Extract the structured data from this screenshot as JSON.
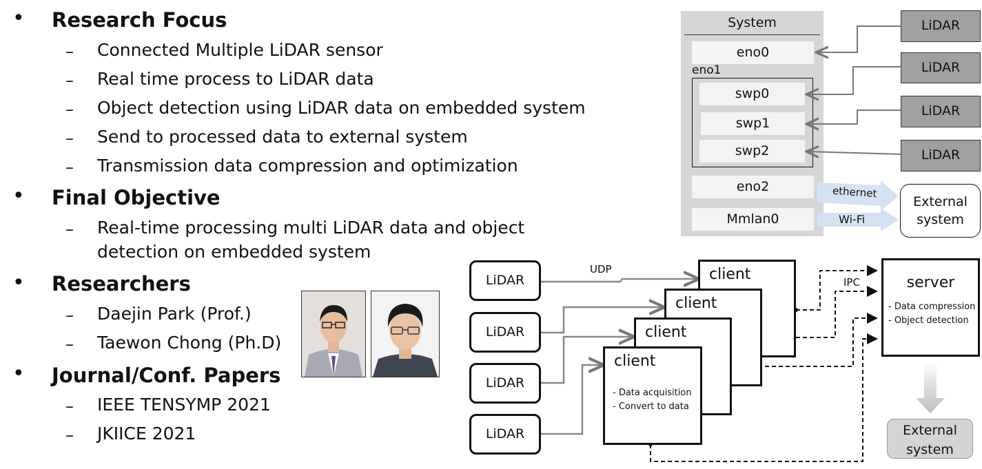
{
  "sections": [
    {
      "title": "Research Focus",
      "items": [
        "Connected Multiple LiDAR sensor",
        "Real time process to LiDAR data",
        "Object detection using LiDAR data on embedded system",
        "Send to processed data to external system",
        "Transmission data compression and optimization"
      ]
    },
    {
      "title": "Final Objective",
      "items": [
        "Real-time processing multi LiDAR data and object",
        "detection on embedded system"
      ]
    },
    {
      "title": "Researchers",
      "items": [
        "Daejin Park (Prof.)",
        "Taewon Chong (Ph.D)"
      ]
    },
    {
      "title": "Journal/Conf. Papers",
      "items": [
        "IEEE TENSYMP 2021",
        "JKIICE 2021"
      ]
    }
  ],
  "bullet_glyph": "•",
  "dash_glyph": "–",
  "system_diagram": {
    "title": "System",
    "eno1_label": "eno1",
    "ports": [
      "eno0",
      "swp0",
      "swp1",
      "swp2",
      "eno2",
      "Mmlan0"
    ],
    "lidar_label": "LiDAR",
    "ethernet_label": "ethernet",
    "wifi_label": "Wi-Fi",
    "external": "External system"
  },
  "pipeline_diagram": {
    "lidar_label": "LiDAR",
    "udp_label": "UDP",
    "ipc_label": "IPC",
    "client_label": "client",
    "client_tasks": [
      "- Data acquisition",
      "- Convert to data"
    ],
    "server_label": "server",
    "server_tasks": [
      "- Data compression",
      "- Object detection"
    ],
    "external": "External system"
  },
  "icons": {
    "photo1": "person-photo-icon",
    "photo2": "person-photo-icon"
  },
  "colors": {
    "system_bg": "#d6d6d6",
    "lidar_dark": "#a0a0a0",
    "link_gray": "#777777",
    "arrow_blue": "#d6e2f2"
  }
}
